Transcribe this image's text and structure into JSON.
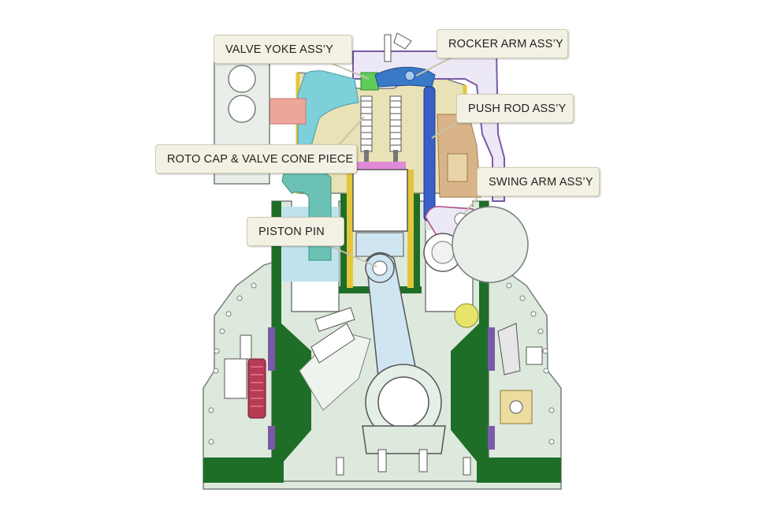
{
  "callouts": {
    "valve_yoke": "VALVE YOKE ASS’Y",
    "rocker_arm": "ROCKER ARM ASS’Y",
    "push_rod": "PUSH ROD ASS’Y",
    "roto_cap": "ROTO CAP & VALVE CONE PIECE",
    "swing_arm": "SWING ARM ASS’Y",
    "piston_pin": "PISTON PIN"
  },
  "colors": {
    "background": "#ffffff",
    "block_fill": "#dde9dc",
    "block_outline": "#77807a",
    "wall_green": "#1f6e28",
    "liner_yellow": "#e4c63a",
    "casing_purple": "#7a5aa8",
    "conn_rod_blue": "#cfe6f2",
    "intake_cyan": "#7dcfd9",
    "pushrod_blue": "#3a5fc8",
    "rocker_blue": "#3a78c8",
    "valve_yoke_green": "#5fcc5a",
    "piston_crown_pink": "#e08ad8",
    "exhaust_pink": "#eea59a",
    "swing_arm_tan": "#d8b488",
    "damper_red": "#b83a55",
    "label_fill": "#f3f1e3",
    "leader_line": "#c8c2a8"
  }
}
